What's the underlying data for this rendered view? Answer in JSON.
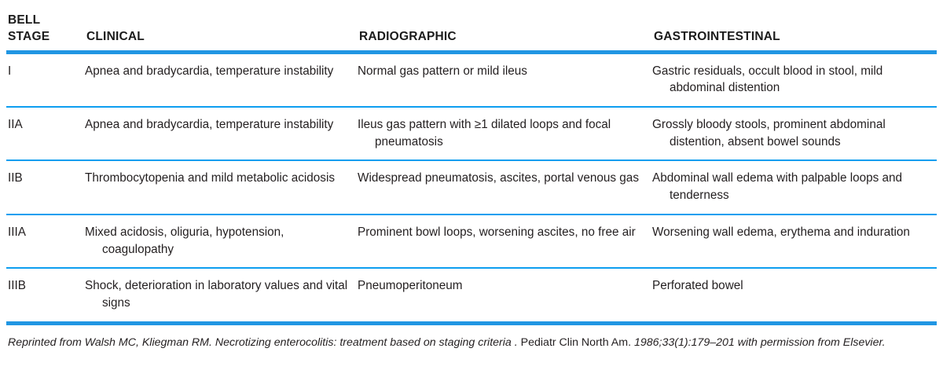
{
  "table": {
    "headers": [
      {
        "lines": [
          "BELL",
          "STAGE"
        ]
      },
      {
        "lines": [
          "CLINICAL"
        ]
      },
      {
        "lines": [
          "RADIOGRAPHIC"
        ]
      },
      {
        "lines": [
          "GASTROINTESTINAL"
        ]
      }
    ],
    "header_labels": {
      "stage": "BELL STAGE",
      "clinical": "CLINICAL",
      "radiographic": "RADIOGRAPHIC",
      "gastrointestinal": "GASTROINTESTINAL"
    },
    "rows": [
      {
        "stage": "I",
        "clinical": "Apnea and bradycardia, temperature instability",
        "radiographic": "Normal gas pattern or mild ileus",
        "gastrointestinal": "Gastric residuals, occult blood in stool, mild abdominal distention"
      },
      {
        "stage": "IIA",
        "clinical": "Apnea and bradycardia, temperature instability",
        "radiographic": "Ileus gas pattern with ≥1 dilated loops and focal pneumatosis",
        "gastrointestinal": "Grossly bloody stools, prominent abdominal distention, absent bowel sounds"
      },
      {
        "stage": "IIB",
        "clinical": "Thrombocytopenia and mild metabolic acidosis",
        "radiographic": "Widespread pneumatosis, ascites, portal venous gas",
        "gastrointestinal": "Abdominal wall edema with palpable loops and tenderness"
      },
      {
        "stage": "IIIA",
        "clinical": "Mixed acidosis, oliguria, hypotension, coagulopathy",
        "radiographic": "Prominent bowl loops, worsening ascites, no free air",
        "gastrointestinal": "Worsening wall edema, erythema and induration"
      },
      {
        "stage": "IIIB",
        "clinical": "Shock, deterioration in laboratory values and vital signs",
        "radiographic": "Pneumoperitoneum",
        "gastrointestinal": "Perforated bowel"
      }
    ]
  },
  "footnote": {
    "part1": "Reprinted from Walsh MC, Kliegman RM. Necrotizing enterocolitis: treatment based on staging criteria .",
    "journal": "Pediatr Clin North Am.",
    "part2": "1986;33(1):179–201 with permission from Elsevier."
  },
  "colors": {
    "rule_major": "#2196e3",
    "rule_minor": "#0d9ef0",
    "text": "#231f20",
    "page_background": "#ffffff"
  }
}
